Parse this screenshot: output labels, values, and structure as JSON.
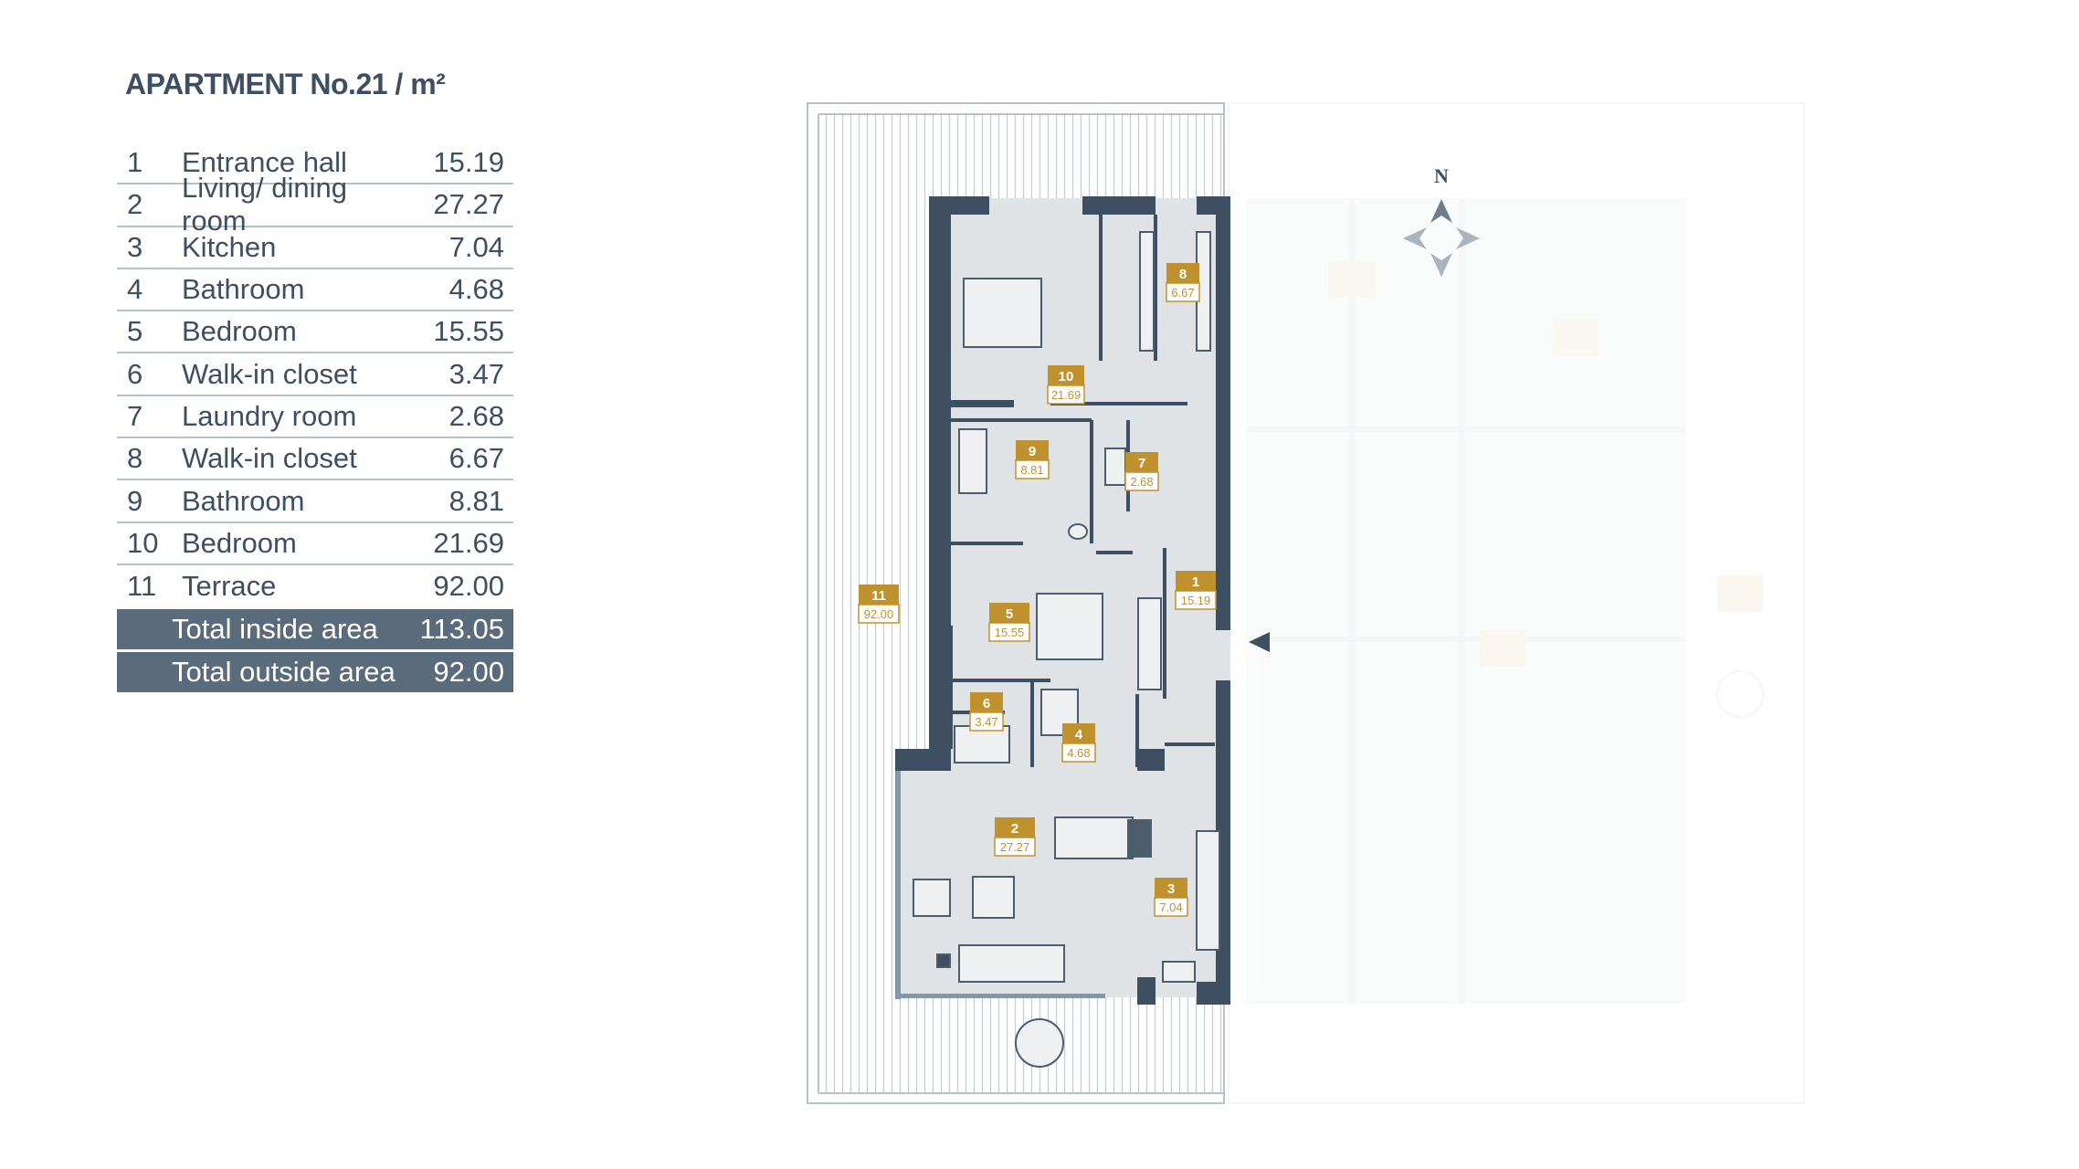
{
  "title": "APARTMENT No.21 / m²",
  "rooms": [
    {
      "num": "1",
      "name": "Entrance hall",
      "area": "15.19"
    },
    {
      "num": "2",
      "name": "Living/ dining room",
      "area": "27.27"
    },
    {
      "num": "3",
      "name": "Kitchen",
      "area": "7.04"
    },
    {
      "num": "4",
      "name": "Bathroom",
      "area": "4.68"
    },
    {
      "num": "5",
      "name": "Bedroom",
      "area": "15.55"
    },
    {
      "num": "6",
      "name": "Walk-in closet",
      "area": "3.47"
    },
    {
      "num": "7",
      "name": "Laundry room",
      "area": "2.68"
    },
    {
      "num": "8",
      "name": "Walk-in closet",
      "area": "6.67"
    },
    {
      "num": "9",
      "name": "Bathroom",
      "area": "8.81"
    },
    {
      "num": "10",
      "name": "Bedroom",
      "area": "21.69"
    },
    {
      "num": "11",
      "name": "Terrace",
      "area": "92.00"
    }
  ],
  "totals": {
    "inside_label": "Total inside area",
    "inside_value": "113.05",
    "outside_label": "Total outside area",
    "outside_value": "92.00"
  },
  "compass": {
    "north": "N"
  },
  "plan_labels": {
    "r1": {
      "num": "1",
      "area": "15.19"
    },
    "r2": {
      "num": "2",
      "area": "27.27"
    },
    "r3": {
      "num": "3",
      "area": "7.04"
    },
    "r4": {
      "num": "4",
      "area": "4.68"
    },
    "r5": {
      "num": "5",
      "area": "15.55"
    },
    "r6": {
      "num": "6",
      "area": "3.47"
    },
    "r7": {
      "num": "7",
      "area": "2.68"
    },
    "r8": {
      "num": "8",
      "area": "6.67"
    },
    "r9": {
      "num": "9",
      "area": "8.81"
    },
    "r10": {
      "num": "10",
      "area": "21.69"
    },
    "r11": {
      "num": "11",
      "area": "92.00"
    }
  },
  "colors": {
    "wall": "#3d4f61",
    "floor": "#dfe3e6",
    "label_bg": "#c0922e",
    "table_total_bg": "#5a6b7b"
  }
}
